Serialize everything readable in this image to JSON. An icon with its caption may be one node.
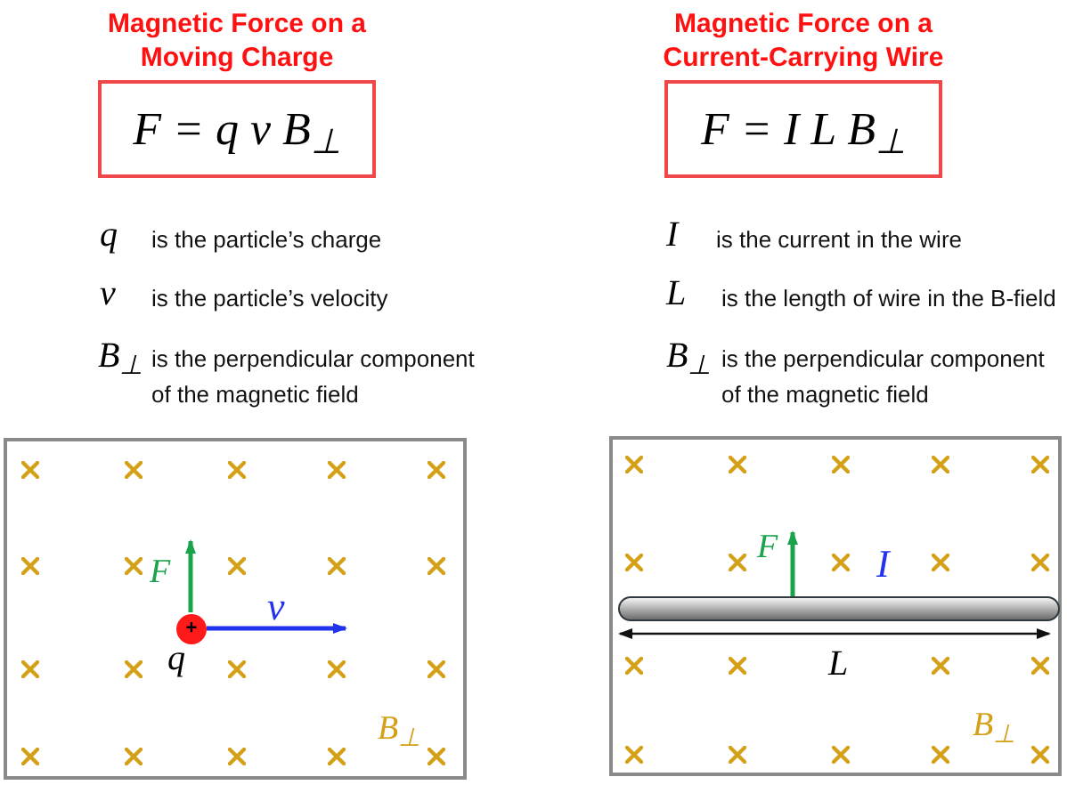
{
  "diagram": {
    "nodes": [
      {
        "text": [
          "Magnetic Force on a Moving Charge",
          "F = q v B$_{⊥}$"
        ]
      },
      {
        "text": [
          "Magnetic Force on a Current-Carrying Wire",
          "F = I L B$_{⊥}$"
        ]
      },
      {
        "text": [
          "B$_{⊥}$"
        ]
      },
      {
        "text": [
          "B$_{⊥}$"
        ]
      },
      {
        "text": [
          "+"
        ],
        "in": 2
      },
      {
        "text": [],
        "shape": "bar",
        "in": 3
      }
    ],
    "edges": [],
    "labels": [
      "q",
      "is the particle’s charge",
      "v",
      "is the particle’s velocity",
      "B$_{⊥}$",
      "is the perpendicular component of the magnetic field",
      "I",
      "is the current in the wire",
      "L",
      "is the length of wire in the B-field",
      "B$_{⊥}$",
      "is the perpendicular component of the magnetic field",
      "F",
      "v",
      "q",
      "F",
      "I",
      "L"
    ]
  }
}
